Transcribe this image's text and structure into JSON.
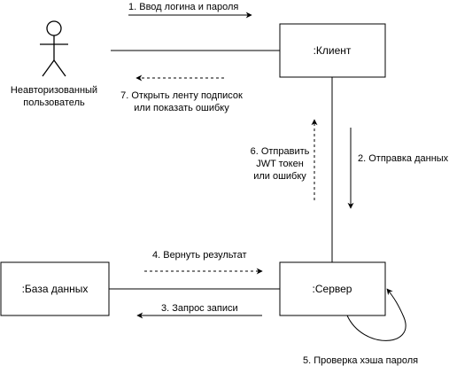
{
  "colors": {
    "line": "#000000",
    "box_fill": "#ffffff"
  },
  "actor": {
    "label_line1": "Неавторизованный",
    "label_line2": "пользователь"
  },
  "nodes": {
    "client": ":Клиент",
    "server": ":Сервер",
    "database": ":База данных"
  },
  "messages": {
    "m1": "1. Ввод логина и пароля",
    "m2": "2. Отправка данных",
    "m3": "3. Запрос записи",
    "m4": "4. Вернуть результат",
    "m5": "5. Проверка хэша пароля",
    "m6_line1": "6. Отправить",
    "m6_line2": "JWT токен",
    "m6_line3": "или ошибку",
    "m7_line1": "7. Открыть ленту подписок",
    "m7_line2": "или показать ошибку"
  }
}
